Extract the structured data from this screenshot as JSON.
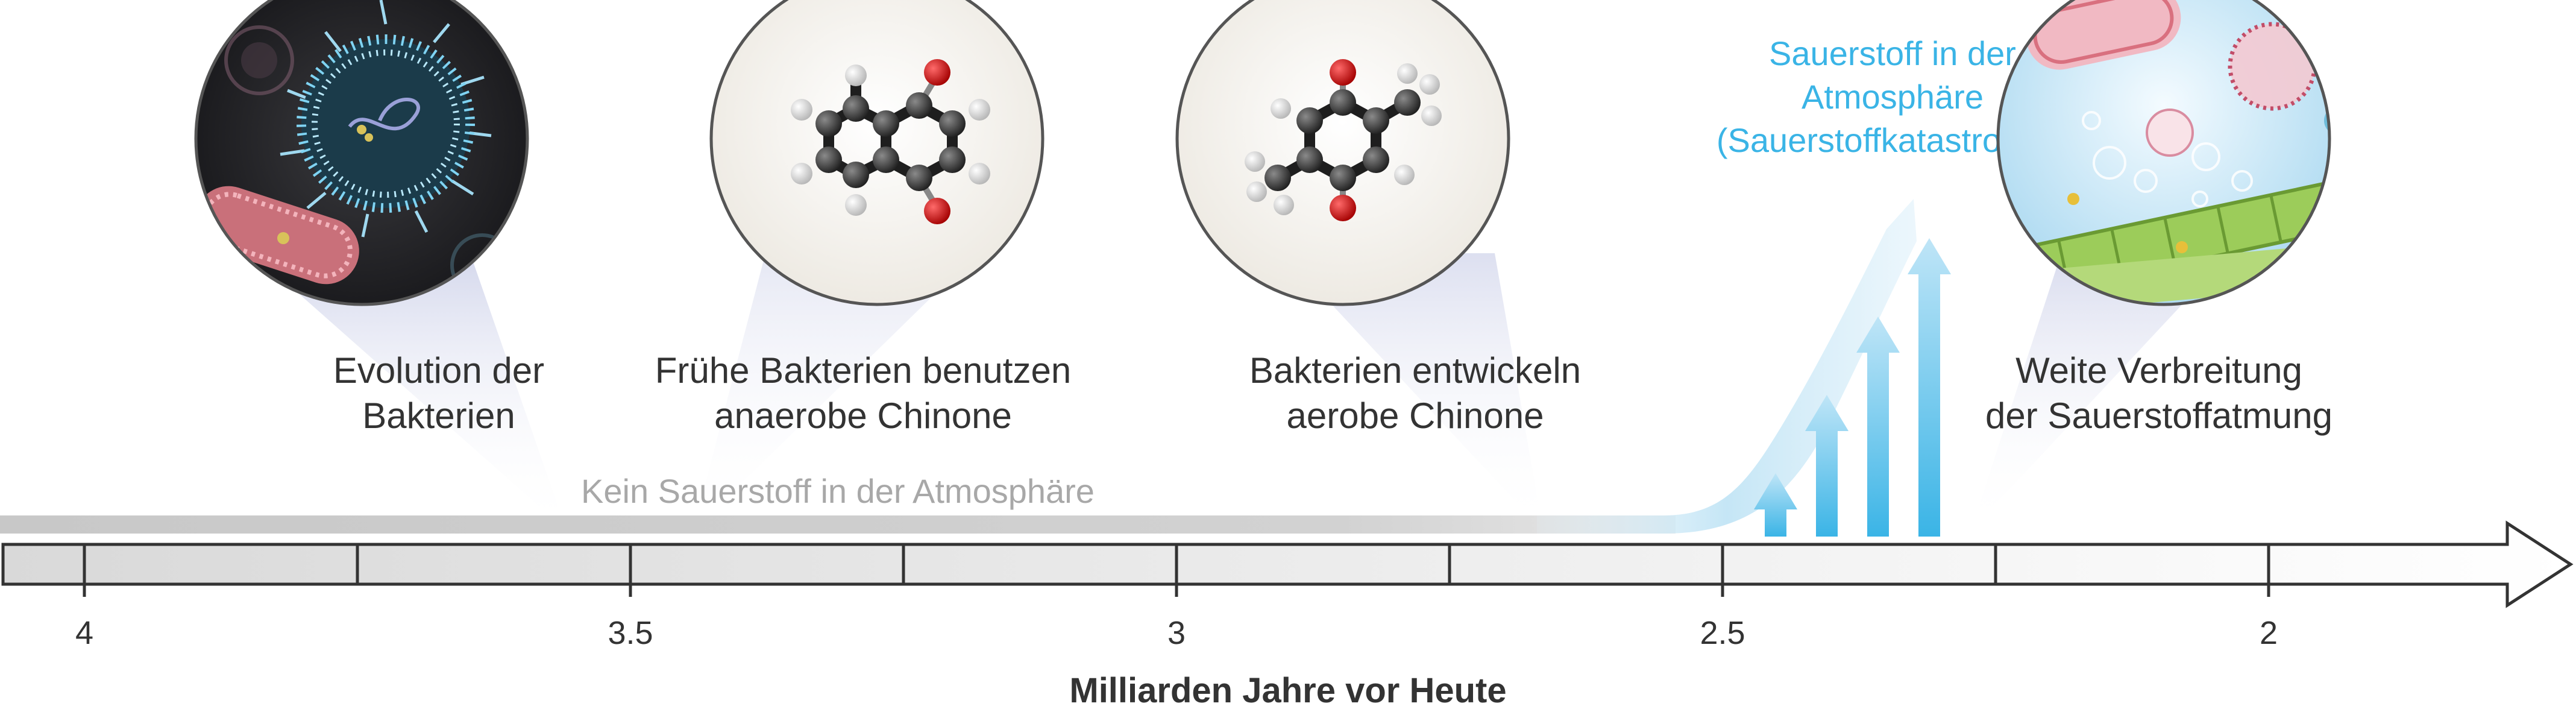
{
  "stages": [
    {
      "id": "bacteria",
      "label_lines": [
        "Evolution der",
        "Bakterien"
      ],
      "image": "bacteria-illustration"
    },
    {
      "id": "anaerobe",
      "label_lines": [
        "Frühe Bakterien benutzen",
        "anaerobe Chinone"
      ],
      "image": "naphthoquinone-molecule"
    },
    {
      "id": "aerobe",
      "label_lines": [
        "Bakterien entwickeln",
        "aerobe Chinone"
      ],
      "image": "benzoquinone-molecule"
    },
    {
      "id": "respiration",
      "label_lines": [
        "Weite Verbreitung",
        "der Sauerstoffatmung"
      ],
      "image": "aerobic-microbes-illustration"
    }
  ],
  "no_oxygen_label": "Kein Sauerstoff in der Atmosphäre",
  "oxygen_label_lines": [
    "Sauerstoff in der",
    "Atmosphäre",
    "(Sauerstoffkatastrophe)"
  ],
  "axis": {
    "tick_labels": [
      "4",
      "3.5",
      "3",
      "2.5",
      "2"
    ],
    "title": "Milliarden Jahre vor Heute"
  },
  "colors": {
    "oxygen_blue": "#3ab4e6",
    "no_oxygen_gray": "#a8a8a8",
    "text": "#333333"
  }
}
